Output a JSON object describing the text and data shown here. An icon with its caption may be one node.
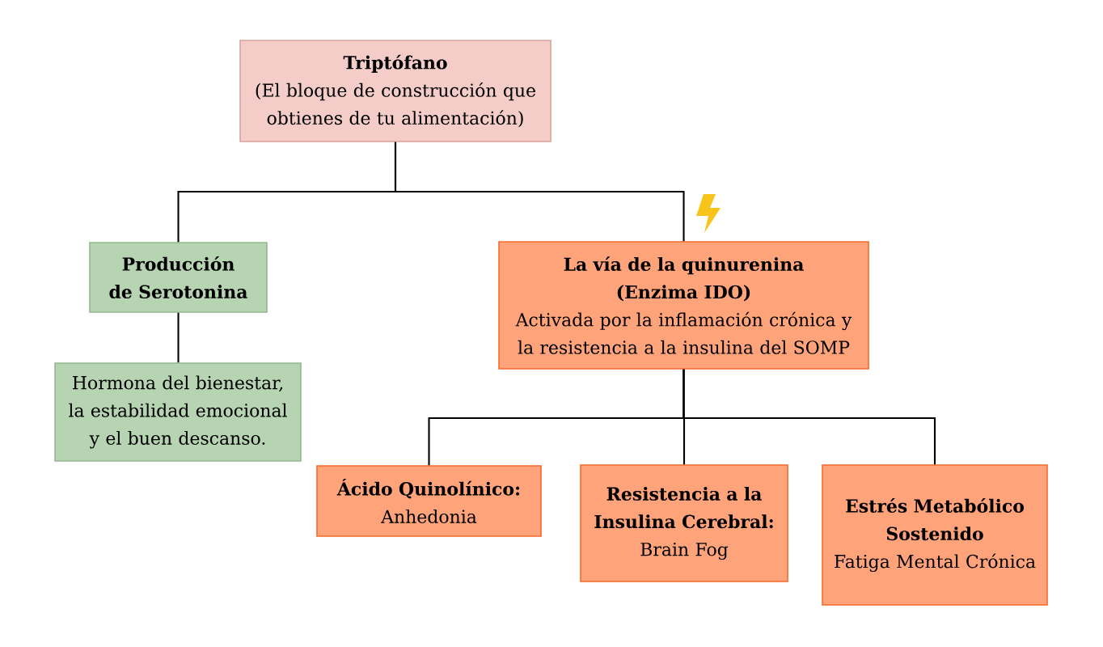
{
  "diagram": {
    "nodes": [
      {
        "text": [
          "Triptófano",
          "(El bloque de construcción que obtienes de tu alimentación)"
        ]
      },
      {
        "text": [
          "Producción de Serotonina"
        ]
      },
      {
        "text": [
          "Hormona del bienestar, la estabilidad emocional y el buen descanso."
        ]
      },
      {
        "text": [
          "La vía de la quinurenina (Enzima IDO)",
          "Activada por la inflamación crónica y la resistencia a la insulina del SOMP"
        ]
      },
      {
        "text": [
          "Ácido Quinolínico:",
          "Anhedonia"
        ]
      },
      {
        "text": [
          "Resistencia a la Insulina Cerebral:",
          "Brain Fog"
        ]
      },
      {
        "text": [
          "Estrés Metabólico Sostenido",
          "Fatiga Mental Crónica"
        ]
      }
    ],
    "edges": [
      {
        "from": 0,
        "to": 1,
        "arrow": "none"
      },
      {
        "from": 0,
        "to": 3,
        "arrow": "none"
      },
      {
        "from": 1,
        "to": 2,
        "arrow": "none"
      },
      {
        "from": 3,
        "to": 4,
        "arrow": "none"
      },
      {
        "from": 3,
        "to": 5,
        "arrow": "none"
      },
      {
        "from": 3,
        "to": 6,
        "arrow": "none"
      }
    ]
  }
}
